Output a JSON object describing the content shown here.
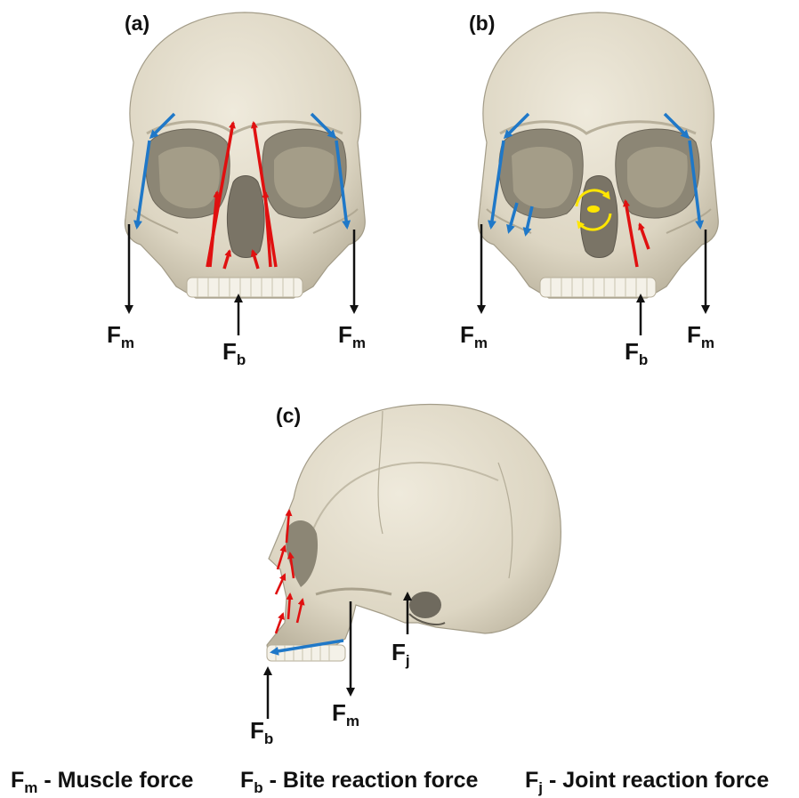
{
  "panels": [
    {
      "label": "(a)",
      "forces": [
        {
          "symbol": "F",
          "subscript": "m"
        },
        {
          "symbol": "F",
          "subscript": "b"
        },
        {
          "symbol": "F",
          "subscript": "m"
        }
      ]
    },
    {
      "label": "(b)",
      "forces": [
        {
          "symbol": "F",
          "subscript": "m"
        },
        {
          "symbol": "F",
          "subscript": "b"
        },
        {
          "symbol": "F",
          "subscript": "m"
        }
      ]
    },
    {
      "label": "(c)",
      "forces": [
        {
          "symbol": "F",
          "subscript": "j"
        },
        {
          "symbol": "F",
          "subscript": "m"
        },
        {
          "symbol": "F",
          "subscript": "b"
        }
      ]
    }
  ],
  "legend": [
    {
      "symbol": "F",
      "subscript": "m",
      "text": " - Muscle force"
    },
    {
      "symbol": "F",
      "subscript": "b",
      "text": " - Bite reaction force"
    },
    {
      "symbol": "F",
      "subscript": "j",
      "text": " - Joint reaction force"
    }
  ],
  "colors": {
    "bone": "#e2dccb",
    "bone_shadow": "#b9b29f",
    "cavity": "#6f6a5e",
    "tension_arrow": "#e01010",
    "compression_arrow": "#1f78c8",
    "force_arrow": "#111111",
    "rotation": "#ffe600"
  }
}
